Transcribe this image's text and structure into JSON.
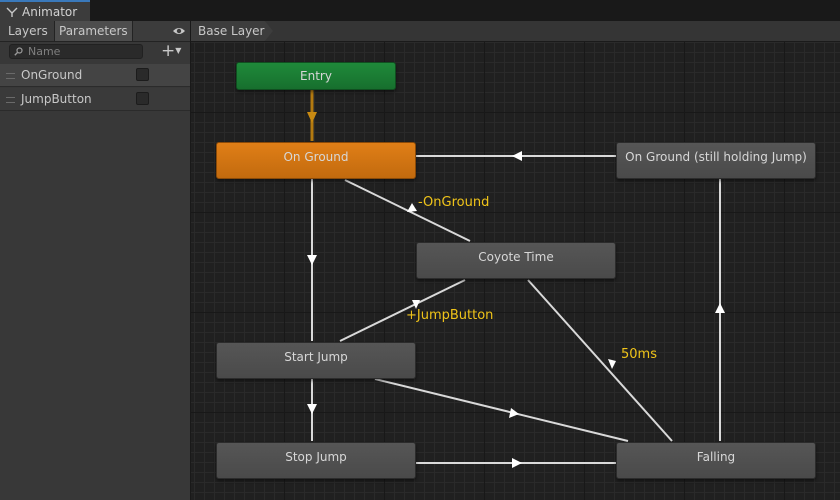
{
  "window": {
    "tab_title": "Animator",
    "icon": "animator-icon"
  },
  "left_panel": {
    "tabs": [
      {
        "label": "Layers"
      },
      {
        "label": "Parameters"
      }
    ],
    "eye_icon": "eye-icon",
    "search": {
      "placeholder": "Name",
      "icon": "search-icon"
    },
    "add_button": "+",
    "parameters": [
      {
        "name": "OnGround",
        "type": "bool",
        "checked": false
      },
      {
        "name": "JumpButton",
        "type": "bool",
        "checked": false
      }
    ]
  },
  "graph": {
    "breadcrumb": "Base Layer",
    "colors": {
      "entry": "#1f8a3a",
      "default_state": "#e07f17",
      "state": "#525252",
      "transition": "#d9d9d9",
      "entry_transition": "#b37a10",
      "label": "#f0c419"
    },
    "states": {
      "entry": "Entry",
      "on_ground": "On Ground",
      "on_ground_holding": "On Ground (still holding Jump)",
      "coyote_time": "Coyote Time",
      "start_jump": "Start Jump",
      "stop_jump": "Stop Jump",
      "falling": "Falling"
    },
    "transition_labels": {
      "not_on_ground": "-OnGround",
      "jump_button": "+JumpButton",
      "delay": "50ms"
    }
  }
}
